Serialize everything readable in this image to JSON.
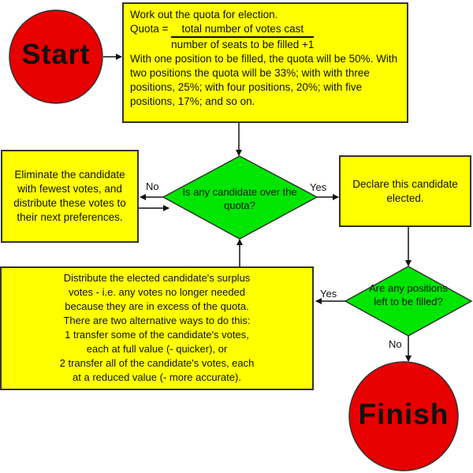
{
  "start": {
    "label": "Start"
  },
  "finish": {
    "label": "Finish"
  },
  "quota_box": {
    "line1": "Work out the quota for election.",
    "quota_prefix": "Quota = ",
    "numerator": "total number of votes cast",
    "denominator": "number of seats to be filled +1",
    "body": "With one position to be filled, the quota will be 50%. With two positions the quota will be 33%; with with three positions, 25%; with four positions, 20%; with five positions, 17%; and so on."
  },
  "decision_quota": {
    "text": "Is any candidate over the quota?"
  },
  "eliminate_box": {
    "text": "Eliminate the candidate with fewest votes, and distribute these votes to their next preferences."
  },
  "declare_box": {
    "text": "Declare this candidate elected."
  },
  "decision_positions": {
    "text": "Are any positions left to be filled?"
  },
  "surplus_box": {
    "lines": [
      "Distribute the elected candidate's surplus",
      "votes - i.e. any votes no longer needed",
      "because they are in excess of the quota.",
      "There are two alternative ways to do this:",
      "1  transfer some of the candidate's votes,",
      "each at full value (- quicker), or",
      "2  transfer all of the candidate's votes, each",
      "at a reduced value (- more accurate)."
    ]
  },
  "labels": {
    "no1": "No",
    "yes1": "Yes",
    "yes2": "Yes",
    "no2": "No"
  },
  "colors": {
    "terminal": "#e80000",
    "process": "#ffff00",
    "decision": "#00e600"
  }
}
